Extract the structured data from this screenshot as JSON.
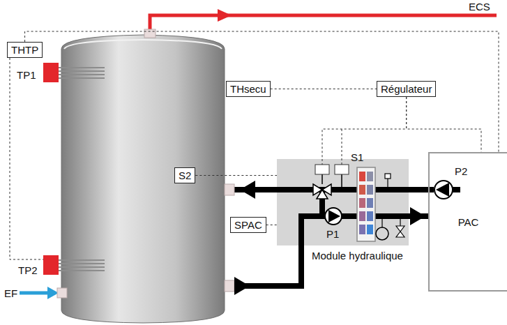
{
  "diagram": {
    "nodes": [
      {
        "text": [
          "THTP"
        ]
      },
      {
        "text": [
          "THsecu"
        ]
      },
      {
        "text": [
          "Régulateur"
        ]
      },
      {
        "text": [
          "S2"
        ]
      },
      {
        "text": [
          "SPAC"
        ]
      },
      {
        "text": [
          "Module hydraulique"
        ]
      },
      {
        "text": [
          "PAC"
        ]
      }
    ],
    "edges": [
      {
        "from": 0,
        "to": 6,
        "arrow": "none"
      },
      {
        "from": 1,
        "to": 2,
        "arrow": "none"
      },
      {
        "from": 2,
        "to": 5,
        "arrow": "none"
      },
      {
        "from": 2,
        "to": 6,
        "arrow": "none"
      },
      {
        "from": 3,
        "to": 5,
        "arrow": "none"
      },
      {
        "from": 4,
        "to": 5,
        "arrow": "none"
      }
    ],
    "labels": [
      "ECS",
      "TP1",
      "S1",
      "P2",
      "P1",
      "TP2",
      "EF"
    ]
  }
}
